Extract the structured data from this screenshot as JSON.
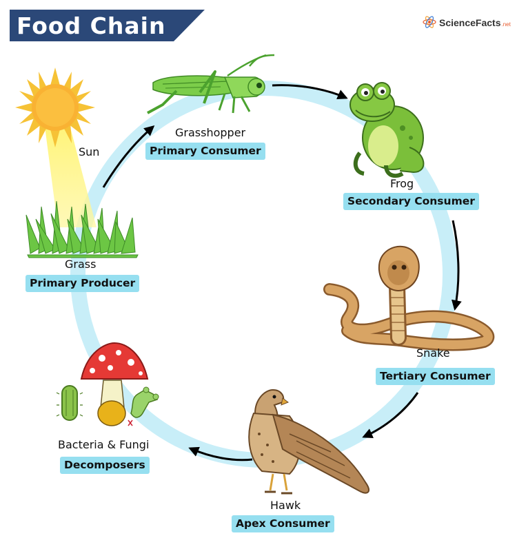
{
  "title": "Food Chain",
  "brand": {
    "name": "ScienceFacts",
    "suffix": ".net",
    "icon": "atom-icon"
  },
  "nodes": [
    {
      "name": "Sun",
      "role": "",
      "icon": "sun-icon"
    },
    {
      "name": "Grass",
      "role": "Primary Producer",
      "icon": "grass-icon"
    },
    {
      "name": "Grasshopper",
      "role": "Primary Consumer",
      "icon": "grasshopper-icon"
    },
    {
      "name": "Frog",
      "role": "Secondary Consumer",
      "icon": "frog-icon"
    },
    {
      "name": "Snake",
      "role": "Tertiary Consumer",
      "icon": "snake-icon"
    },
    {
      "name": "Hawk",
      "role": "Apex Consumer",
      "icon": "hawk-icon"
    },
    {
      "name": "Bacteria & Fungi",
      "role": "Decomposers",
      "icon": "mushroom-bacteria-icon"
    }
  ],
  "colors": {
    "banner": "#2b4878",
    "ring": "#c8eef8",
    "tag": "#96dff0",
    "arrow": "#000000"
  }
}
